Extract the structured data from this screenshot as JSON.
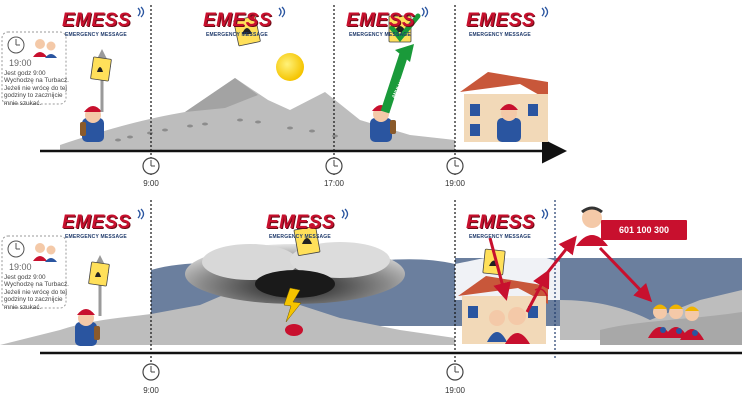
{
  "colors": {
    "brand_red": "#c8102e",
    "brand_navy": "#1f3a6b",
    "arrow_green": "#1a9a3a",
    "mountain_gray": "#bdbdbd",
    "storm_blue": "#6b7f9e"
  },
  "logo": {
    "word": "EMESS",
    "subtitle": "EMERGENCY MESSAGE"
  },
  "scenario_top": {
    "bubble_time": "19:00",
    "note": "Jest godz 9:00\nWychodzę na Turbacz.\nJeżeli nie wrócę do tej\ngodziny to zacznijcie\nmnie szukać.",
    "cancel_label": "ANULUJ",
    "timeline": [
      "9:00",
      "17:00",
      "19:00"
    ]
  },
  "scenario_bottom": {
    "bubble_time": "19:00",
    "note": "Jest godz 9:00\nWychodzę na Turbacz.\nJeżeli nie wrócę do tej\ngodziny to zacznijcie\nmnie szukać.",
    "phone": "601 100 300",
    "timeline": [
      "9:00",
      "19:00"
    ]
  },
  "icons": [
    "clock-icon",
    "family-icon",
    "letter-icon",
    "bell-icon",
    "hiker-icon",
    "sun-icon",
    "checkmark-icon",
    "house-icon",
    "storm-cloud-icon",
    "lightning-icon",
    "dispatcher-icon",
    "rescuer-icon",
    "signal-icon"
  ]
}
